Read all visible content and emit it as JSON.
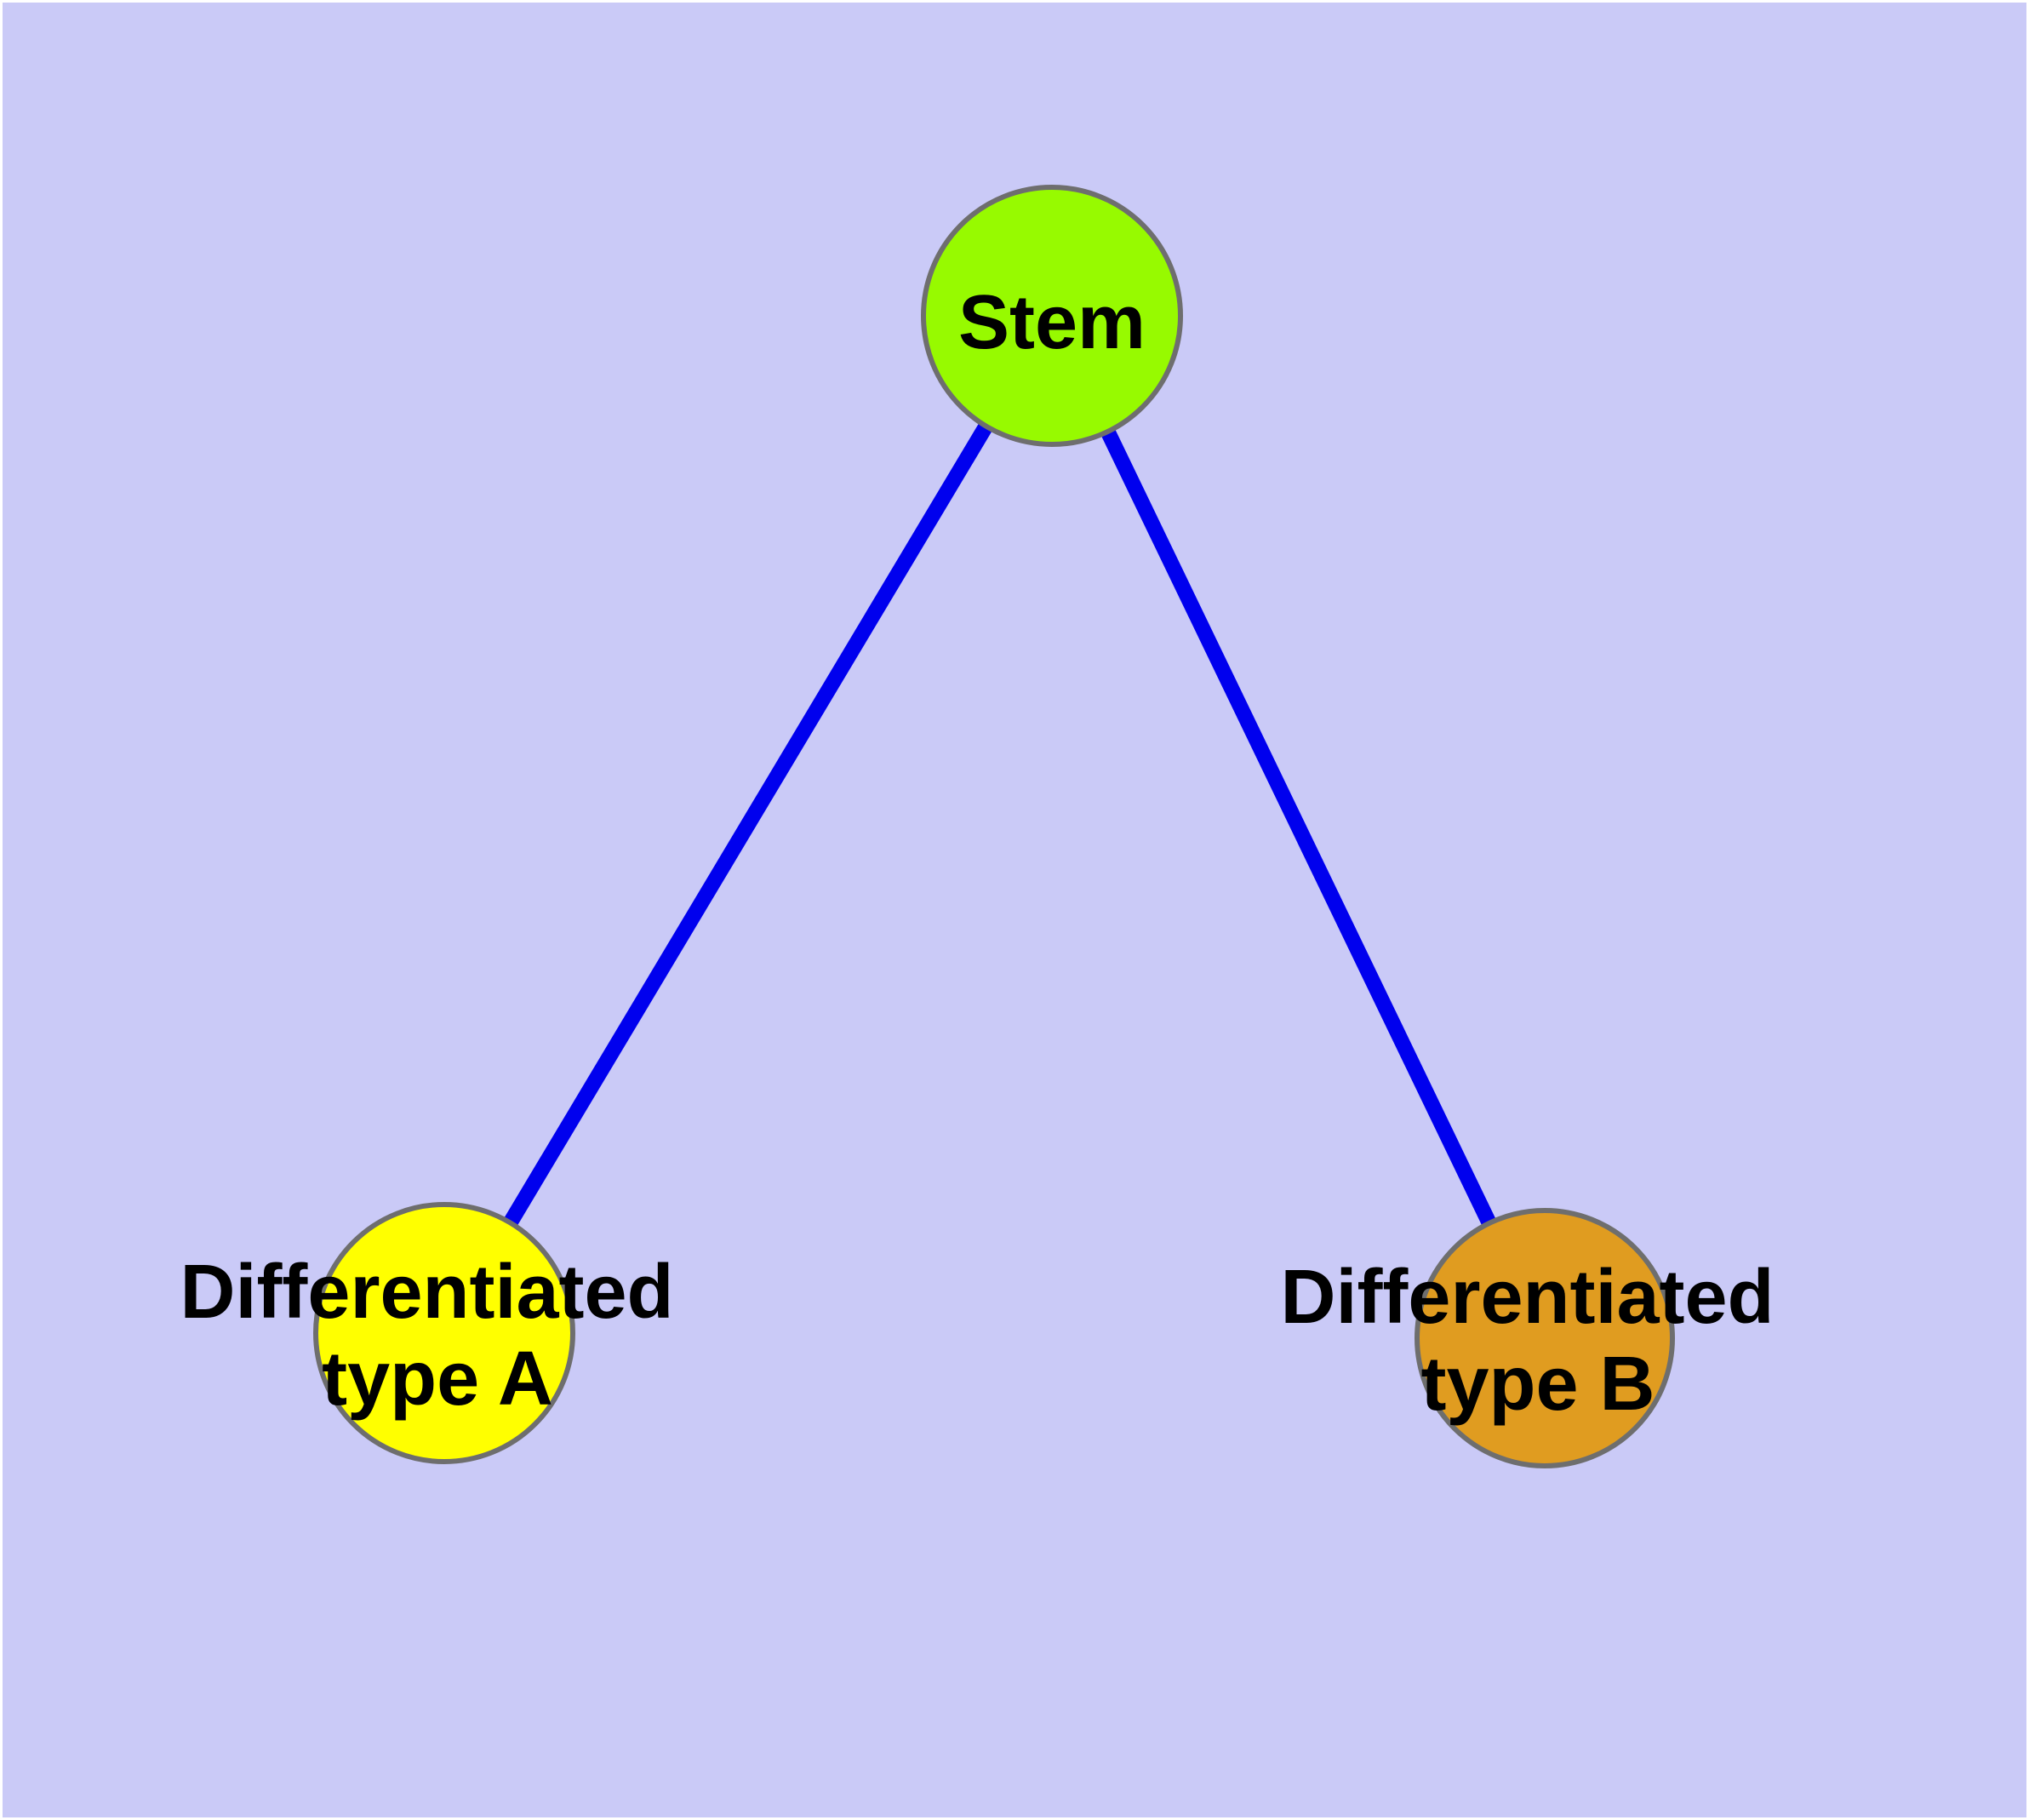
{
  "diagram": {
    "type": "node-link-graph",
    "background_color": "#CACAF7",
    "frame_color": "#FFFFFF",
    "node_border_color": "#6E6E6E",
    "nodes": {
      "stem": {
        "label": "Stem",
        "fill": "#97FA00"
      },
      "type_a": {
        "label": "Differentiated type A",
        "line1": "Differentiated",
        "line2": "type A",
        "fill": "#FFFF00"
      },
      "type_b": {
        "label": "Differentiated type B",
        "line1": "Differentiated",
        "line2": "type B",
        "fill": "#E09C20"
      }
    },
    "edges": {
      "color": "#0000EE",
      "list": [
        {
          "from": "Stem",
          "to": "Differentiated type A"
        },
        {
          "from": "Stem",
          "to": "Differentiated type B"
        }
      ]
    }
  }
}
